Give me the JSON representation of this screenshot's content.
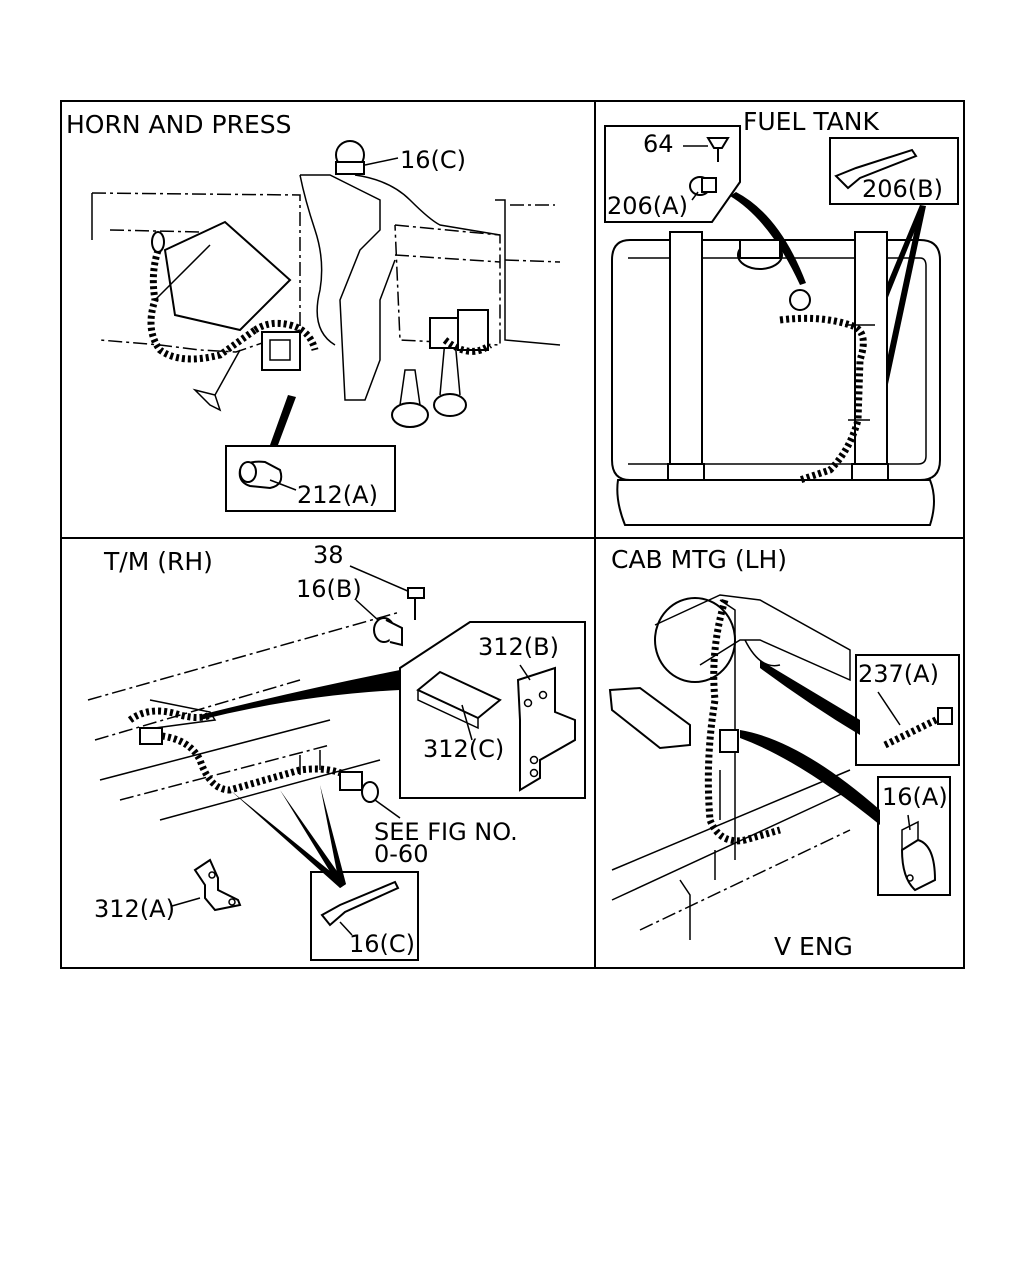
{
  "panels": {
    "horn": {
      "title": "HORN AND PRESS",
      "callouts": {
        "clip_top": "16(C)",
        "clamp": "212(A)"
      }
    },
    "fuel": {
      "title": "FUEL TANK",
      "callouts": {
        "bolt": "64",
        "clip_a": "206(A)",
        "clip_b": "206(B)"
      }
    },
    "tm": {
      "title": "T/M (RH)",
      "callouts": {
        "bolt": "38",
        "clip_b": "16(B)",
        "bracket_b": "312(B)",
        "bracket_c": "312(C)",
        "see_fig_line1": "SEE FIG NO.",
        "see_fig_line2": "0-60",
        "bracket_a": "312(A)",
        "clip_c": "16(C)"
      }
    },
    "cab": {
      "title": "CAB MTG (LH)",
      "callouts": {
        "clip_237a": "237(A)",
        "clip_16a": "16(A)"
      },
      "footer": "V  ENG"
    }
  }
}
